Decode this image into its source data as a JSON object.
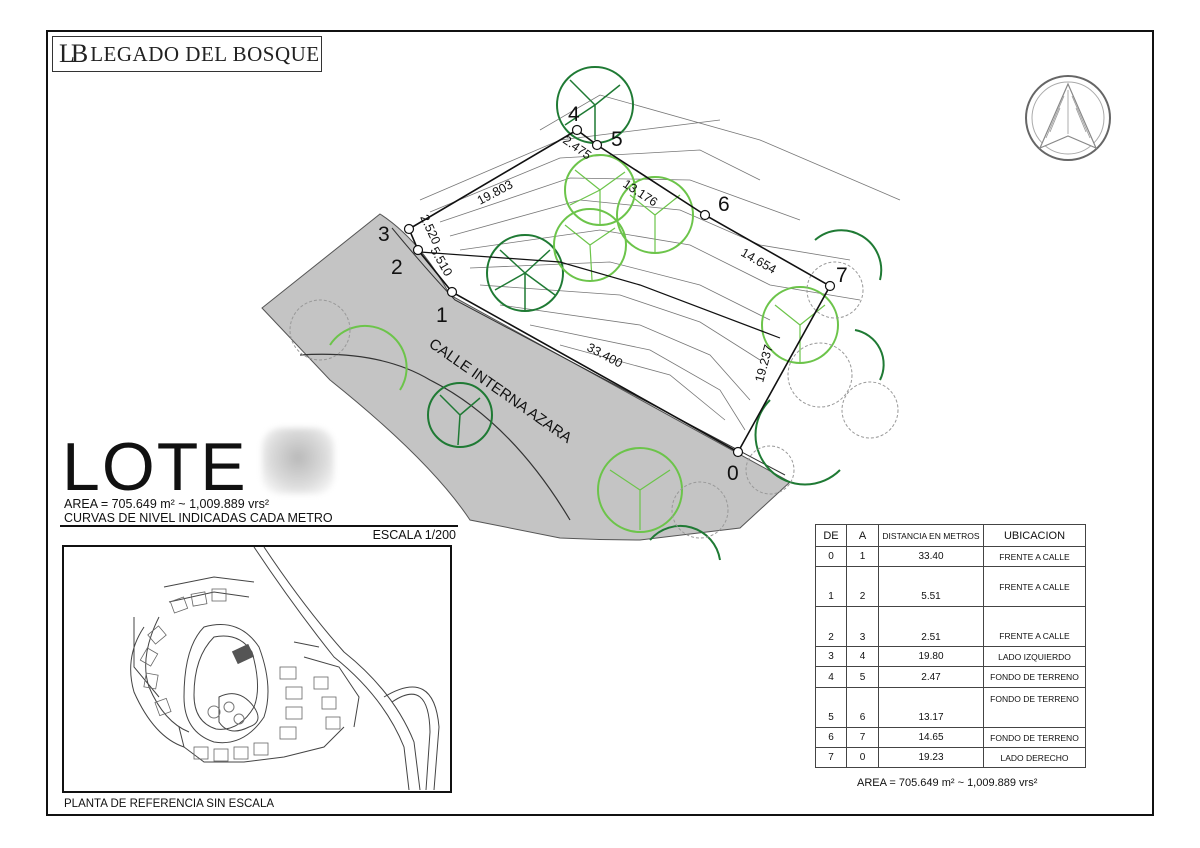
{
  "brand": {
    "monogram": "LB",
    "name": "LEGADO DEL BOSQUE"
  },
  "title": "LOTE",
  "area_text": "AREA = 705.649 m² ~ 1,009.889 vrs²",
  "curvas_text": "CURVAS DE NIVEL INDICADAS CADA METRO",
  "escala_text": "ESCALA 1/200",
  "street_name": "CALLE INTERNA AZARA",
  "vertices": [
    "0",
    "1",
    "2",
    "3",
    "4",
    "5",
    "6",
    "7"
  ],
  "edge_labels": [
    "33.400",
    "5.510",
    "2.520",
    "19.803",
    "2.475",
    "13.176",
    "14.654",
    "19.237"
  ],
  "reference_caption": "PLANTA DE REFERENCIA SIN ESCALA",
  "table": {
    "headers": [
      "DE",
      "A",
      "DISTANCIA EN METROS",
      "UBICACION"
    ],
    "rows": [
      {
        "de": "0",
        "a": "1",
        "dist": "33.40",
        "loc": "FRENTE A CALLE"
      },
      {
        "de": "1",
        "a": "2",
        "dist": "5.51",
        "loc": "FRENTE A CALLE"
      },
      {
        "de": "2",
        "a": "3",
        "dist": "2.51",
        "loc": "FRENTE A CALLE"
      },
      {
        "de": "3",
        "a": "4",
        "dist": "19.80",
        "loc": "LADO IZQUIERDO"
      },
      {
        "de": "4",
        "a": "5",
        "dist": "2.47",
        "loc": "FONDO DE TERRENO"
      },
      {
        "de": "5",
        "a": "6",
        "dist": "13.17",
        "loc": "FONDO DE TERRENO"
      },
      {
        "de": "6",
        "a": "7",
        "dist": "14.65",
        "loc": "FONDO DE TERRENO"
      },
      {
        "de": "7",
        "a": "0",
        "dist": "19.23",
        "loc": "LADO DERECHO"
      }
    ],
    "area_text": "AREA = 705.649 m² ~ 1,009.889 vrs²"
  },
  "colors": {
    "road": "#c4c4c4",
    "tree_dark": "#1f7a34",
    "tree_light": "#6cc44a",
    "line": "#111111"
  }
}
